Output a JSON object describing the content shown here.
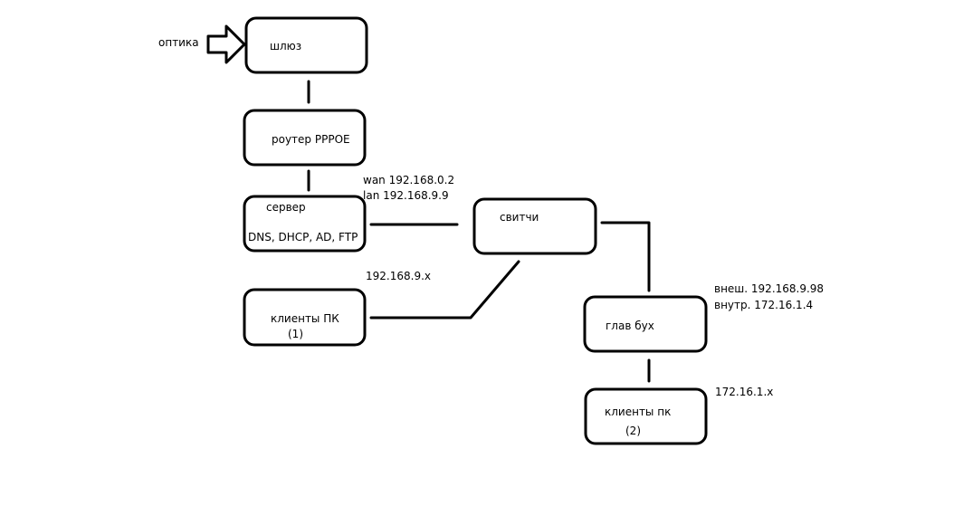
{
  "input_label": "оптика",
  "nodes": {
    "gateway": {
      "label": "шлюз"
    },
    "router": {
      "label": "роутер PPPOE"
    },
    "server": {
      "label": "сервер",
      "services": "DNS, DHCP, AD, FTP"
    },
    "switches": {
      "label": "свитчи"
    },
    "clients1": {
      "label": "клиенты ПК",
      "tag": "(1)"
    },
    "chief_accountant": {
      "label": "глав бух"
    },
    "clients2": {
      "label": "клиенты пк",
      "tag": "(2)"
    }
  },
  "annotations": {
    "server_wan": "wan 192.168.0.2",
    "server_lan": "lan 192.168.9.9",
    "subnet1": "192.168.9.x",
    "chief_external": "внеш. 192.168.9.98",
    "chief_internal": "внутр. 172.16.1.4",
    "subnet2": "172.16.1.x"
  }
}
